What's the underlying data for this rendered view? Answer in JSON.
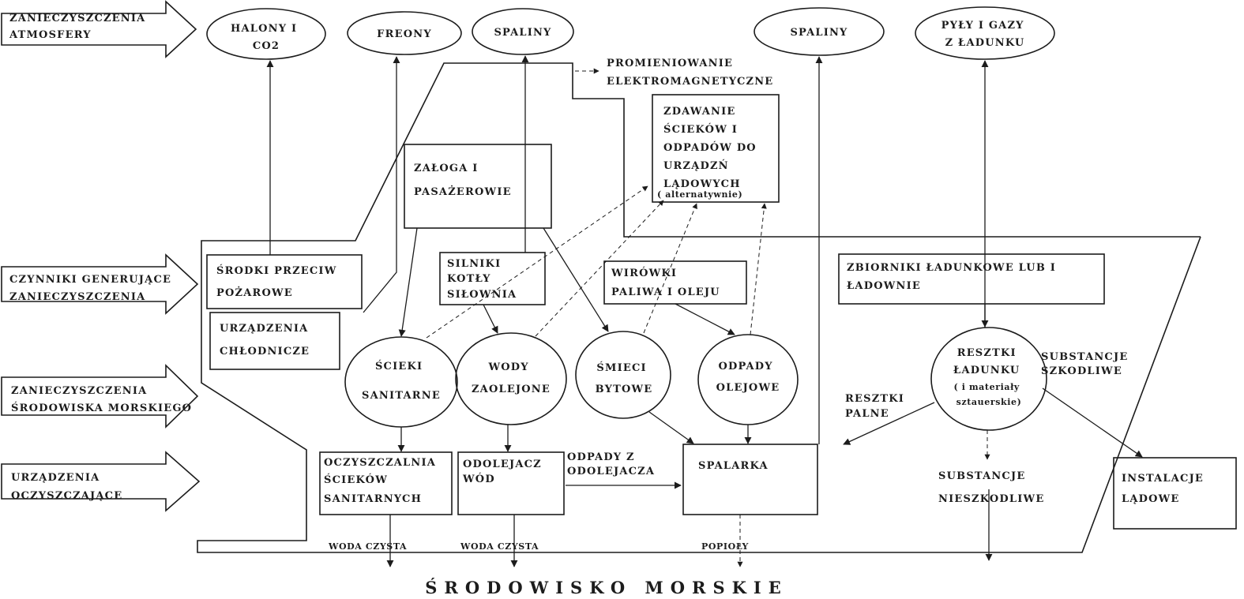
{
  "categories": {
    "atmosphere": [
      "ZANIECZYSZCZENIA",
      "ATMOSFERY"
    ],
    "generators": [
      "CZYNNIKI GENERUJĄCE",
      "ZANIECZYSZCZENIA"
    ],
    "marine": [
      "ZANIECZYSZCZENIA",
      "ŚRODOWISKA MORSKIEGO"
    ],
    "cleaning": [
      "URZĄDZENIA",
      "OCZYSZCZAJĄCE"
    ]
  },
  "atmosphere_emissions": {
    "halony": [
      "HALONY I",
      "CO2"
    ],
    "freony": "FREONY",
    "spaliny_1": "SPALINY",
    "spaliny_2": "SPALINY",
    "pyly": [
      "PYŁY I GAZY",
      "Z ŁADUNKU"
    ]
  },
  "sources": {
    "promieniowanie": [
      "PROMIENIOWANIE",
      "ELEKTROMAGNETYCZNE"
    ],
    "zdawanie": [
      "ZDAWANIE",
      "ŚCIEKÓW I",
      "ODPADÓW DO",
      "URZĄDZŃ",
      "LĄDOWYCH",
      "( alternatywnie)"
    ],
    "zaloga": [
      "ZAŁOGA I",
      "PASAŻEROWIE"
    ],
    "srodki": [
      "ŚRODKI PRZECIW",
      "POŻAROWE"
    ],
    "urzadzenia": [
      "URZĄDZENIA",
      "CHŁODNICZE"
    ],
    "silniki": [
      "SILNIKI",
      "KOTŁY",
      "SIŁOWNIA"
    ],
    "wirowki": [
      "WIRÓWKI",
      "PALIWA I OLEJU"
    ],
    "zbiorniki": [
      "ZBIORNIKI ŁADUNKOWE LUB I",
      "ŁADOWNIE"
    ]
  },
  "pollutants": {
    "scieki": [
      "ŚCIEKI",
      "SANITARNE"
    ],
    "wody": [
      "WODY",
      "ZAOLEJONE"
    ],
    "smieci": [
      "ŚMIECI",
      "BYTOWE"
    ],
    "odpady": [
      "ODPADY",
      "OLEJOWE"
    ],
    "resztki": [
      "RESZTKI",
      "ŁADUNKU",
      "( i materiały",
      "sztauerskie)"
    ]
  },
  "annotations": {
    "substancje_szkodliwe": [
      "SUBSTANCJE",
      "SZKODLIWE"
    ],
    "resztki_palne": [
      "RESZTKI",
      "PALNE"
    ],
    "odpady_z_odolejacza": [
      "ODPADY Z",
      "ODOLEJACZA"
    ],
    "substancje_nieszkodliwe": [
      "SUBSTANCJE",
      "NIESZKODLIWE"
    ]
  },
  "equipment": {
    "oczyszczalnia": [
      "OCZYSZCZALNIA",
      "ŚCIEKÓW",
      "SANITARNYCH"
    ],
    "odolejacz": [
      "ODOLEJACZ",
      "WÓD"
    ],
    "spalarka": "SPALARKA",
    "instalacje": [
      "INSTALACJE",
      "LĄDOWE"
    ]
  },
  "outputs": {
    "woda_1": "WODA CZYSTA",
    "woda_2": "WODA CZYSTA",
    "popioly": "POPIOŁY"
  },
  "footer": "ŚRODOWISKO MORSKIE",
  "colors": {
    "ink": "#1c1c1c",
    "paper": "#ffffff"
  }
}
